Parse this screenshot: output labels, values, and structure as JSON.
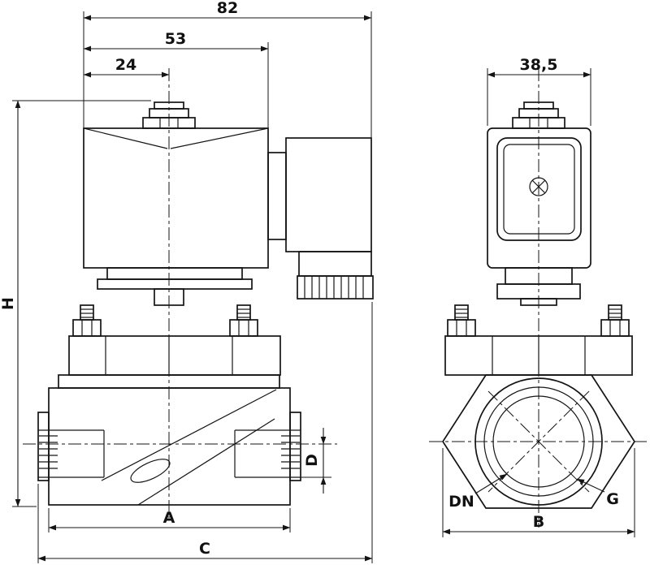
{
  "drawing": {
    "labels": {
      "d82": "82",
      "d53": "53",
      "d24": "24",
      "h": "H",
      "a": "A",
      "c": "C",
      "d": "D",
      "d385": "38,5",
      "b": "B",
      "dn": "DN",
      "g": "G"
    },
    "colors": {
      "line": "#141414",
      "background": "#ffffff"
    }
  }
}
